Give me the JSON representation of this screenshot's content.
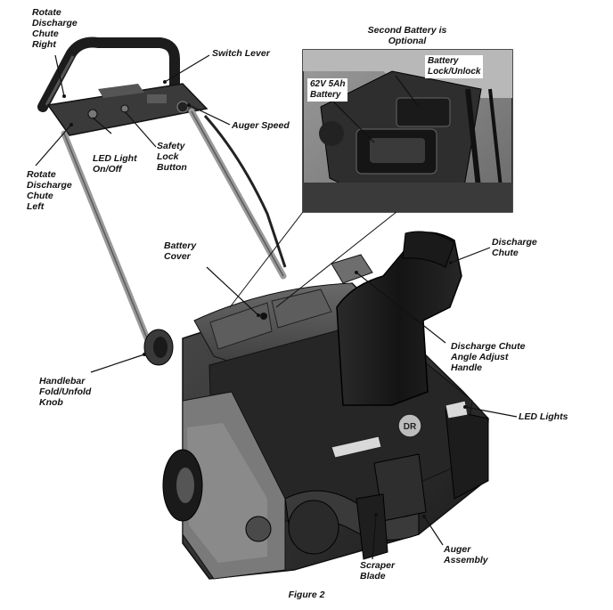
{
  "figure": {
    "caption": "Figure 2",
    "labels": {
      "rotate_right": "Rotate\nDischarge\nChute\nRight",
      "switch_lever": "Switch Lever",
      "second_battery": "Second Battery is\nOptional",
      "battery_lock": "Battery\nLock/Unlock",
      "battery_62v": "62V 5Ah\nBattery",
      "auger_speed": "Auger Speed",
      "led_light_onoff": "LED Light\nOn/Off",
      "safety_lock": "Safety\nLock\nButton",
      "rotate_left": "Rotate\nDischarge\nChute\nLeft",
      "battery_cover": "Battery\nCover",
      "discharge_chute": "Discharge\nChute",
      "chute_angle": "Discharge Chute\nAngle Adjust\nHandle",
      "handlebar_knob": "Handlebar\nFold/Unfold\nKnob",
      "led_lights": "LED Lights",
      "auger_assembly": "Auger\nAssembly",
      "scraper_blade": "Scraper\nBlade",
      "logo": "DR"
    }
  }
}
